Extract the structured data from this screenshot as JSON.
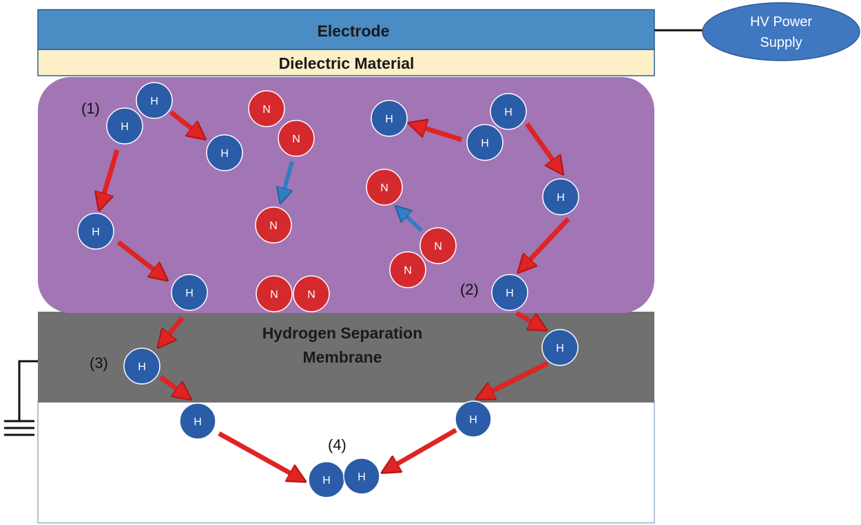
{
  "layers": {
    "electrode": "Electrode",
    "dielectric": "Dielectric Material",
    "membrane_line1": "Hydrogen Separation",
    "membrane_line2": "Membrane"
  },
  "power_supply": {
    "line1": "HV Power",
    "line2": "Supply"
  },
  "step_labels": {
    "s1": "(1)",
    "s2": "(2)",
    "s3": "(3)",
    "s4": "(4)"
  },
  "atom_symbols": {
    "hydrogen": "H",
    "nitrogen": "N"
  },
  "colors": {
    "electrode": "#4a8cc4",
    "dielectric": "#fdf0c8",
    "plasma": "#a275b4",
    "membrane": "#707070",
    "hydrogen_atom": "#2b5ca8",
    "nitrogen_atom": "#d42a2e",
    "red_arrow": "#e02323",
    "blue_arrow": "#2f7fc2",
    "power_supply": "#3f78c0"
  }
}
